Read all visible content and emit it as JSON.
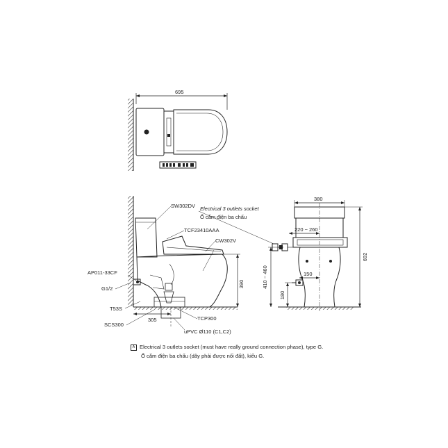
{
  "top_view": {
    "dim_width": "695"
  },
  "side_view": {
    "labels": {
      "sw302dv": "SW302DV",
      "tcf": "TCF23410AAA",
      "cw302v": "CW302V",
      "ap011": "AP011-33CF",
      "g12": "G1/2",
      "t53s": "T53S",
      "scs300": "SCS300",
      "tcp300": "TCP300",
      "upvc": "uPVC Ø110 (C1,C2)",
      "socket_en": "Electrical 3 outlets socket",
      "socket_vi": "Ổ cắm điện ba chấu"
    },
    "dims": {
      "height_390": "390",
      "offset_305": "305"
    }
  },
  "front_view": {
    "dims": {
      "width_380": "380",
      "range_220_260": "220 ~ 260",
      "height_692": "692",
      "height_410_460": "410 ~ 460",
      "d150": "150",
      "h180": "180"
    }
  },
  "notes": {
    "symbol": "A",
    "line1": "Electrical 3 outlets socket (must have really ground connection phase), type G.",
    "line2": "Ổ cắm điện ba chấu (dây phải được nối đất), kiểu G."
  }
}
